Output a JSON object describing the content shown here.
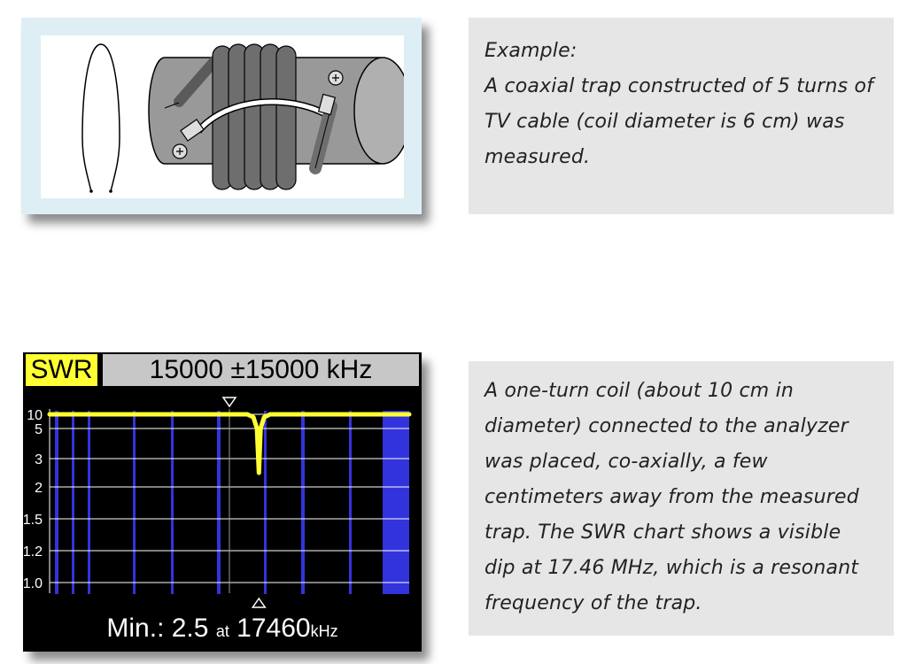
{
  "example_box": {
    "heading": "Example:",
    "text": "A coaxial trap constructed of 5 turns of TV cable (coil diameter is 6 cm) was measured."
  },
  "description_box": {
    "text": "A one-turn coil (about 10 cm in diameter) connected to the analyzer was placed, co-axially, a few centimeters away from the measured trap. The SWR chart shows a visible dip at 17.46 MHz, which is a resonant frequency of the trap."
  },
  "analyzer_screen": {
    "mode_label": "SWR",
    "frequency_label": "15000 ±15000 kHz",
    "min_prefix": "Min.: ",
    "min_value": "2.5",
    "min_at": "at",
    "min_freq": "17460",
    "min_unit": "kHz",
    "colors": {
      "trace": "#ffff33",
      "bands": "#3333dd",
      "background": "#000000",
      "grid": "#ffffff"
    }
  },
  "chart_data": {
    "type": "line",
    "title": "",
    "xlabel": "kHz",
    "ylabel": "SWR",
    "xlim": [
      0,
      30000
    ],
    "y_scale": "nonlinear",
    "y_ticks": [
      "10",
      "5",
      "3",
      "2",
      "1.5",
      "1.2",
      "1.0"
    ],
    "marker_frequency_khz": 17460,
    "series": [
      {
        "x": [
          0,
          16500,
          17000,
          17300,
          17460,
          17600,
          17900,
          18400,
          30000
        ],
        "y": [
          10,
          10,
          9,
          5,
          2.5,
          5,
          9,
          10,
          10
        ]
      }
    ]
  }
}
